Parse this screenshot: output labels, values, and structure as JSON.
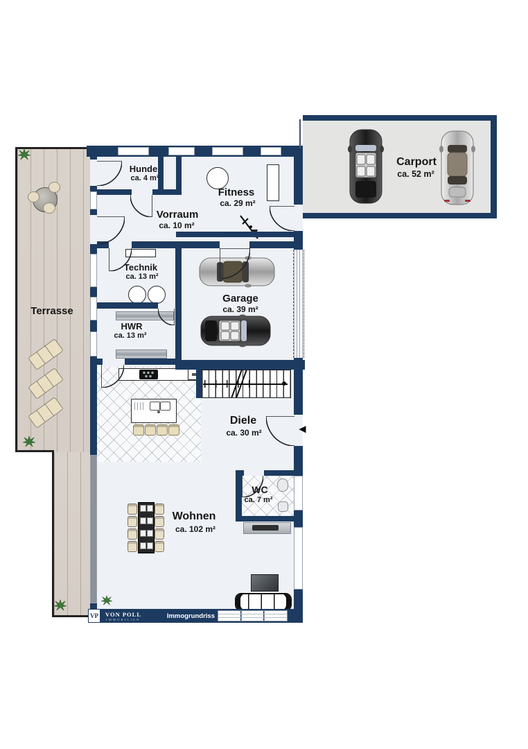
{
  "rooms": {
    "hunde": {
      "name": "Hunde",
      "area": "ca. 4 m²"
    },
    "fitness": {
      "name": "Fitness",
      "area": "ca. 29 m²"
    },
    "vorraum": {
      "name": "Vorraum",
      "area": "ca. 10 m²"
    },
    "technik": {
      "name": "Technik",
      "area": "ca. 13 m²"
    },
    "hwr": {
      "name": "HWR",
      "area": "ca. 13 m²"
    },
    "garage": {
      "name": "Garage",
      "area": "ca. 39 m²"
    },
    "terrasse": {
      "name": "Terrasse"
    },
    "diele": {
      "name": "Diele",
      "area": "ca. 30 m²"
    },
    "wohnen": {
      "name": "Wohnen",
      "area": "ca. 102 m²"
    },
    "wc": {
      "name": "WC",
      "area": "ca. 7 m²"
    },
    "carport": {
      "name": "Carport",
      "area": "ca. 52 m²"
    }
  },
  "footer": {
    "logo_initials": "VP",
    "brand": "VON POLL",
    "brand_sub": "IMMOBILIEN",
    "watermark": "Immogrundriss"
  },
  "icons": {
    "entrance_arrow": "◄"
  },
  "colors": {
    "wall": "#1d3b61",
    "room_fill": "#eef1f6",
    "carport_fill": "#e4e5e3",
    "terrace_wood": "#d9d2ca",
    "line": "#20242a"
  }
}
